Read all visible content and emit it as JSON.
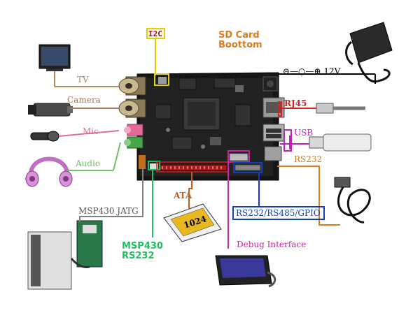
{
  "title": {
    "line1": "SD Card",
    "line2": "Boottom"
  },
  "labels": {
    "i2c": "I2C",
    "tv": "TV",
    "camera": "Camera",
    "mic": "Mic",
    "audio": "Audio",
    "power": "⊝—○—⊕ 12V",
    "rj45": "RJ45",
    "usb": "USB",
    "rs232": "RS232",
    "ata": "ATA",
    "msp430_jtag": "MSP430 JATG",
    "msp430_rs232_line1": "MSP430",
    "msp430_rs232_line2": "RS232",
    "rs232_rs485_gpio": "RS232/RS485/GPIO",
    "debug_interface": "Debug Interface",
    "cf_card_text": "1024"
  },
  "colors": {
    "title": "#e07b1a",
    "i2c": "#e0d000",
    "tv": "#b08a58",
    "camera": "#a07858",
    "mic": "#e07090",
    "audio": "#70c070",
    "rj45": "#d82020",
    "usb": "#c020c0",
    "rs232": "#e07b1a",
    "ata": "#c06018",
    "jtag_line": "#808080",
    "msp430_rs232": "#20c060",
    "rs232_rs485_gpio": "#1040c0",
    "debug": "#d020a0"
  }
}
